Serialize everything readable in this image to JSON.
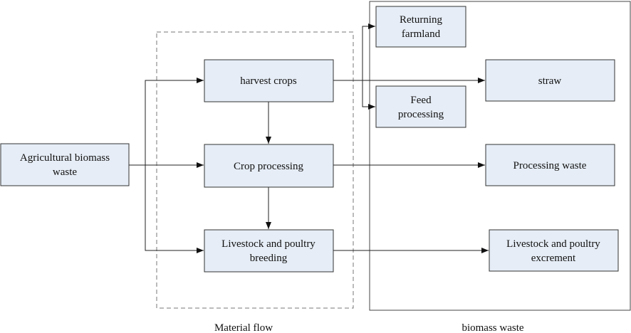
{
  "nodes": {
    "agri": [
      "Agricultural biomass",
      "waste"
    ],
    "harvest": [
      "harvest crops"
    ],
    "cropProc": [
      "Crop processing"
    ],
    "livestock": [
      "Livestock and poultry",
      "breeding"
    ],
    "returning": [
      "Returning",
      "farmland"
    ],
    "feed": [
      "Feed",
      "processing"
    ],
    "straw": [
      "straw"
    ],
    "procWaste": [
      "Processing waste"
    ],
    "excrement": [
      "Livestock and poultry",
      "excrement"
    ]
  },
  "groups": {
    "material_flow": "Material flow",
    "biomass_waste": "biomass waste"
  },
  "colors": {
    "box_fill": "#e6edf6",
    "stroke": "#333333",
    "dashed_group": "#777777"
  }
}
